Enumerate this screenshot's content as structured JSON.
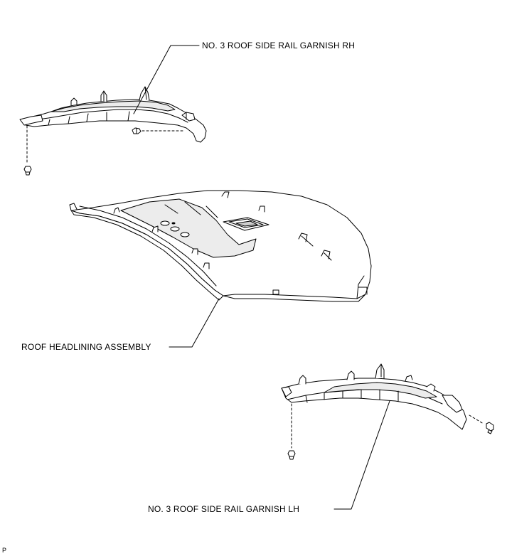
{
  "labels": {
    "rh_garnish": "NO. 3 ROOF SIDE RAIL GARNISH RH",
    "headlining": "ROOF HEADLINING ASSEMBLY",
    "lh_garnish": "NO. 3 ROOF SIDE RAIL GARNISH LH"
  },
  "reference_code": "P",
  "colors": {
    "line": "#000000",
    "fill": "#ffffff",
    "shade": "#e6e6e6"
  }
}
